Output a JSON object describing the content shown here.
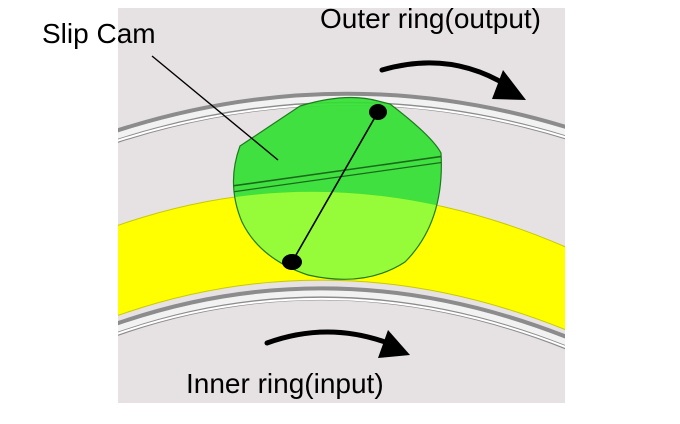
{
  "labels": {
    "slip_cam": "Slip Cam",
    "outer_ring": "Outer ring(output)",
    "inner_ring": "Inner ring(input)"
  },
  "colors": {
    "background_panel": "#e6e2e4",
    "yellow_band": "#ffff00",
    "cam_green": "#2fe02f",
    "cam_overlap_green": "#a0ff40",
    "ring_edge": "#8a8a8a",
    "arrow": "#000000"
  },
  "icons": {
    "outer_arrow": "curved-arrow-right-icon",
    "inner_arrow": "curved-arrow-right-icon"
  }
}
